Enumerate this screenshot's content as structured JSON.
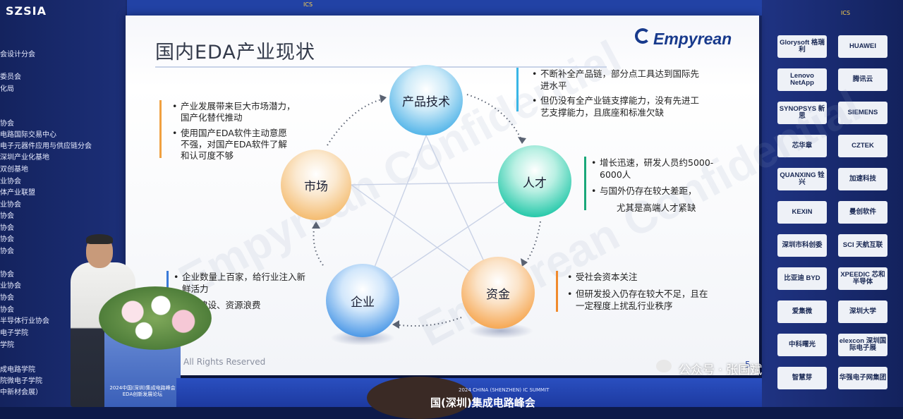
{
  "left_wall": {
    "logo": "SZSIA",
    "items": [
      "会设计分会",
      "委员会",
      "化局",
      "协会",
      "电路国际交易中心",
      "电子元器件应用与供应链分会",
      "深圳产业化基地",
      "双创基地",
      "业协会",
      "体产业联盟",
      "业协会",
      "协会",
      "协会",
      "协会",
      "协会",
      "协会",
      "业协会",
      "协会",
      "协会",
      "协会",
      "半导体行业协会",
      "电子学院",
      "学院",
      "成电路学院",
      "院微电子学院",
      "中新材会展）"
    ]
  },
  "slide": {
    "title": "国内EDA产业现状",
    "logo": "Empyrean",
    "watermark": "Empyrean Confidential",
    "footer": "All Rights Reserved",
    "page_number": "5",
    "nodes": {
      "product": "产品技术",
      "talent": "人才",
      "capital": "资金",
      "enterprise": "企业",
      "market": "市场"
    },
    "blocks": {
      "product": [
        "不断补全产品链，部分点工具达到国际先",
        "进水平",
        "但仍没有全产业链支撑能力，没有先进工",
        "艺支撑能力，且底座和标准欠缺"
      ],
      "talent": [
        "增长迅速，研发人员约5000-",
        "6000人",
        "与国外仍存在较大差距，",
        "尤其是高端人才紧缺"
      ],
      "capital": [
        "受社会资本关注",
        "但研发投入仍存在较大不足，且在",
        "一定程度上扰乱行业秩序"
      ],
      "market": [
        "产业发展带来巨大市场潜力，",
        "国产化替代推动",
        "使用国产EDA软件主动意愿",
        "不强，对国产EDA软件了解",
        "和认可度不够"
      ],
      "enterprise": [
        "企业数量上百家，给行业注入新",
        "鲜活力",
        "建设、资源浪费"
      ]
    },
    "colors": {
      "product_bar": "#39b6e6",
      "talent_bar": "#1aa87a",
      "capital_bar": "#f08a2c",
      "market_bar": "#f0a040",
      "enterprise_bar": "#3a7ad8"
    }
  },
  "sponsors": [
    "Glorysoft 格瑞利",
    "HUAWEI",
    "Lenovo NetApp",
    "腾讯云",
    "SYNOPSYS 新思",
    "SIEMENS",
    "芯华章",
    "CZTEK",
    "QUANXING 铨兴",
    "加速科技",
    "KEXIN",
    "曼创软件",
    "深圳市科创委",
    "SCI 天航互联",
    "比亚迪 BYD",
    "XPEEDIC 芯和半导体",
    "爱集微",
    "深圳大学",
    "中科曙光",
    "elexcon 深圳国际电子展",
    "智慧芽",
    "华强电子网集团"
  ],
  "banner": {
    "en": "2024 CHINA (SHENZHEN) IC SUMMIT",
    "cn": "国(深圳)集成电路峰会"
  },
  "podium_label": "2024中国(深圳)集成电路峰会 EDA创新发展论坛",
  "wechat": "公众号 · 张国斌",
  "ics": "ICS"
}
